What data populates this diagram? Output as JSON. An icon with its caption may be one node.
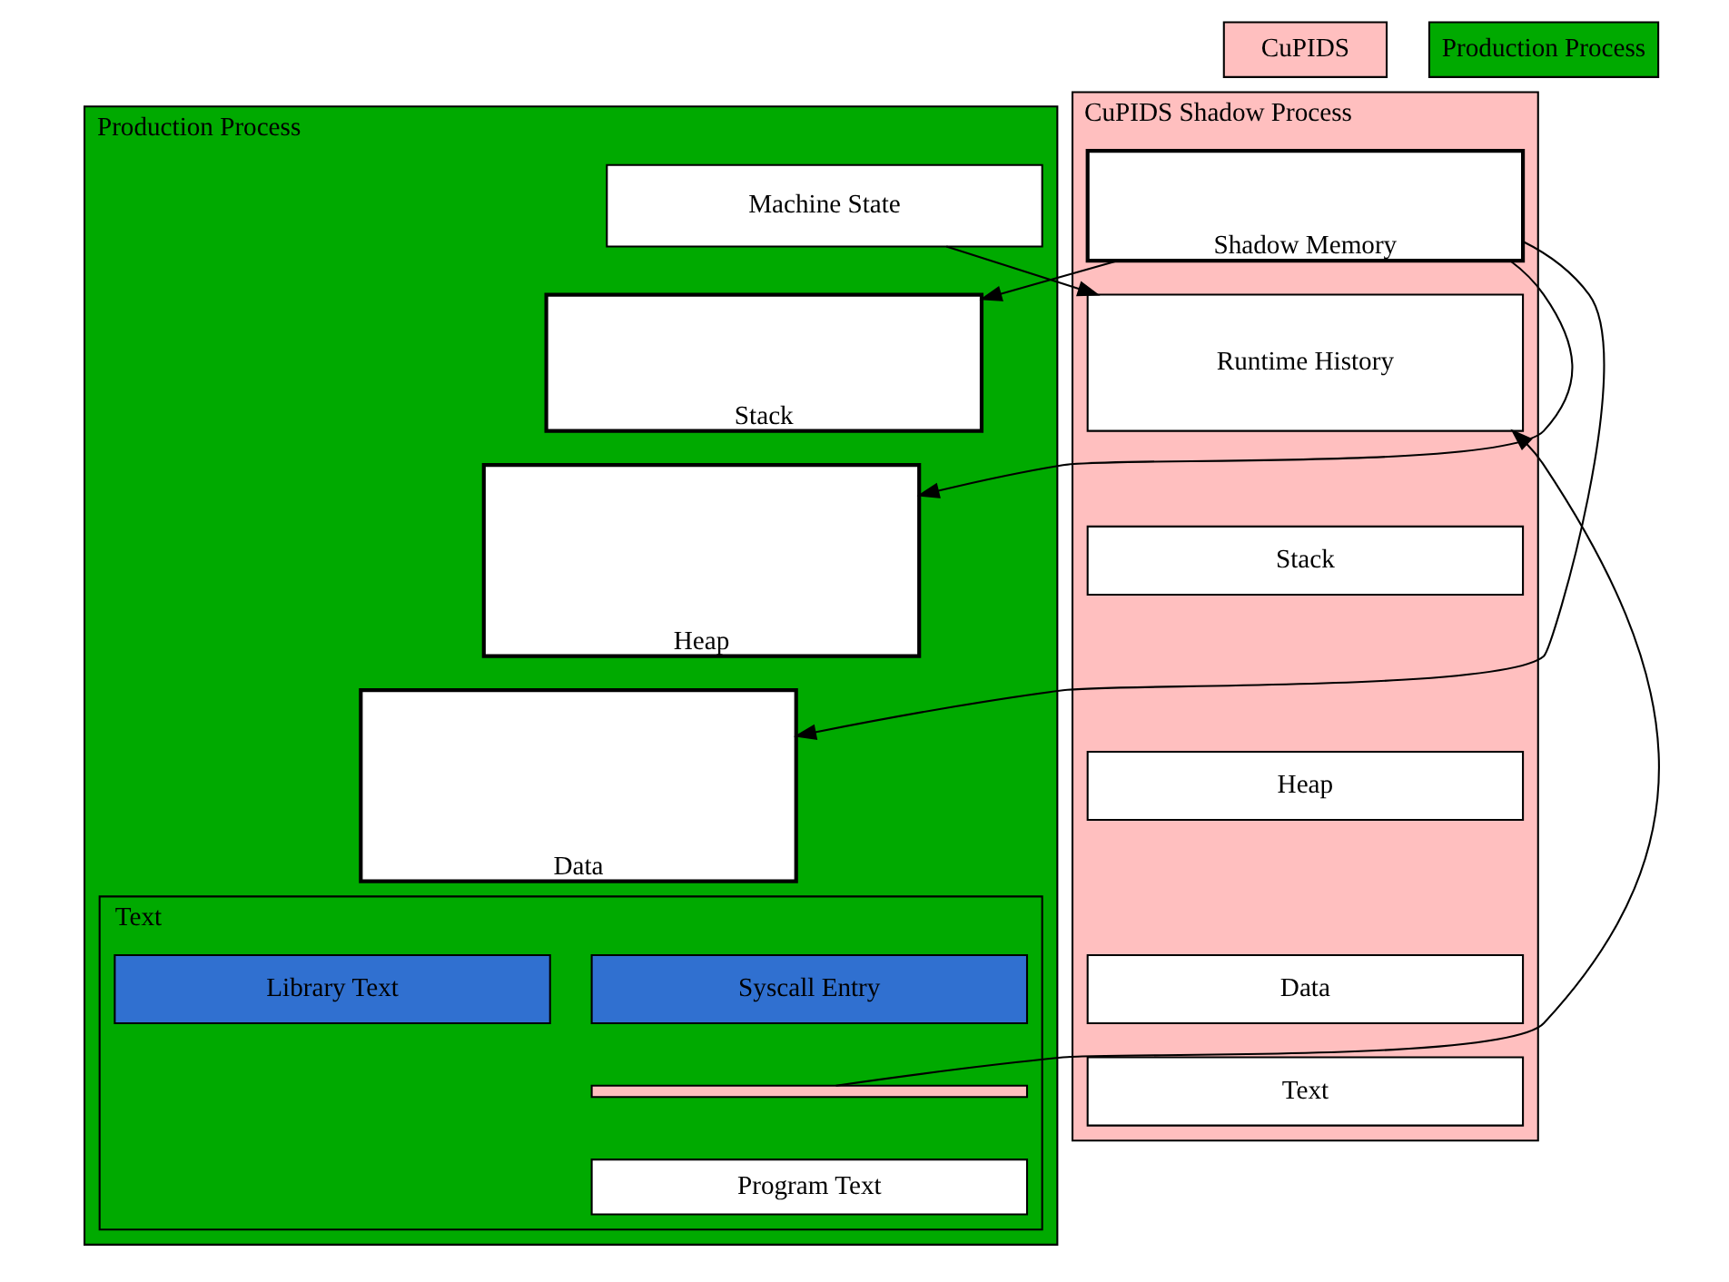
{
  "diagram": {
    "nodes": [
      {
        "text": [
          "CuPIDS Shadow Process"
        ]
      },
      {
        "text": [
          "Shadow Memory"
        ],
        "in": 0
      },
      {
        "text": [
          "Runtime History"
        ],
        "in": 0
      },
      {
        "text": [
          "Stack"
        ],
        "in": 0
      },
      {
        "text": [
          "Heap"
        ],
        "in": 0
      },
      {
        "text": [
          "Data"
        ],
        "in": 0
      },
      {
        "text": [
          "Text"
        ],
        "in": 0
      },
      {
        "text": [
          "Production Process"
        ]
      },
      {
        "text": [
          "Machine State"
        ],
        "in": 7
      },
      {
        "text": [
          "Stack"
        ],
        "in": 7
      },
      {
        "text": [
          "Heap"
        ],
        "in": 7
      },
      {
        "text": [
          "Data"
        ],
        "in": 7
      },
      {
        "text": [
          "Text"
        ],
        "in": 7
      },
      {
        "text": [
          "Library Text"
        ],
        "in": 12
      },
      {
        "text": [
          "Syscall Entry"
        ],
        "in": 12
      },
      {
        "text": [],
        "shape": "bar",
        "in": 12
      },
      {
        "text": [
          "Program Text"
        ],
        "in": 12
      }
    ],
    "edges": [
      {
        "from": 1,
        "to": 9,
        "arrow": "to"
      },
      {
        "from": 1,
        "to": 10,
        "arrow": "to"
      },
      {
        "from": 1,
        "to": 11,
        "arrow": "to"
      },
      {
        "from": 8,
        "to": 2,
        "arrow": "to"
      },
      {
        "from": 15,
        "to": 2,
        "arrow": "to"
      }
    ],
    "legend": [
      {
        "text": "CuPIDS",
        "color": "#ffbfbf"
      },
      {
        "text": "Production Process",
        "color": "#00aa00"
      }
    ]
  }
}
